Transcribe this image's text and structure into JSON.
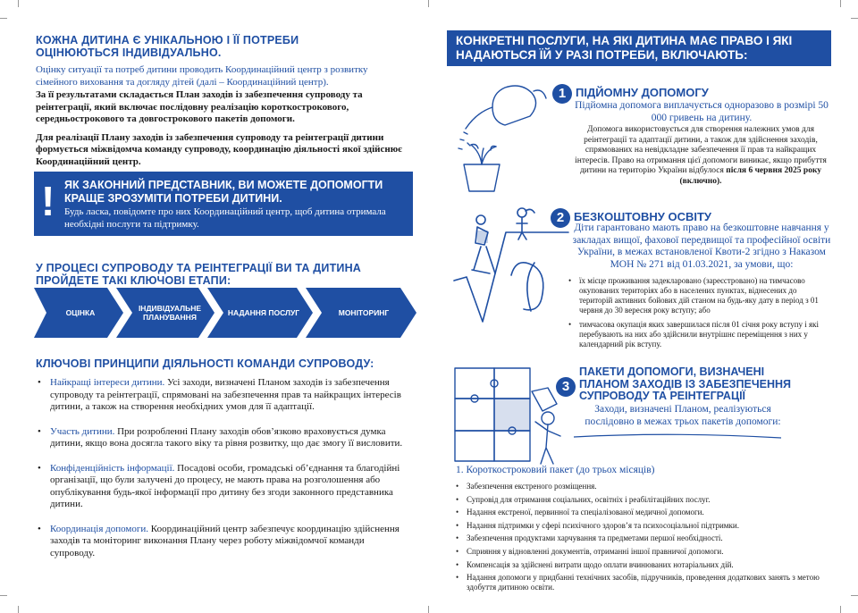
{
  "left": {
    "heading": "КОЖНА ДИТИНА Є УНІКАЛЬНОЮ І ЇЇ ПОТРЕБИ ОЦІНЮЮТЬСЯ ІНДИВІДУАЛЬНО.",
    "intro_blue": "Оцінку ситуації та потреб дитини проводить Координаційний центр з розвитку сімейного виховання та догляду дітей (далі – Координаційний центр).",
    "intro_bold": "За її результатами складається План заходів із забезпечення супроводу та реінтеграції, який включає послідовну реалізацію короткострокового, середньострокового та довгострокового пакетів допомоги.",
    "intro_bold2": "Для реалізації Плану заходів із забезпечення супроводу та реінтеграції дитини формується міжвідомча команду супроводу, координацію діяльності якої здійснює Координаційний центр.",
    "alert_title": "ЯК ЗАКОННИЙ ПРЕДСТАВНИК, ВИ МОЖЕТЕ ДОПОМОГТИ КРАЩЕ ЗРОЗУМІТИ ПОТРЕБИ ДИТИНИ.",
    "alert_text": "Будь ласка, повідомте про них Координаційний центр, щоб дитина отримала необхідні послуги та підтримку.",
    "stages_heading": "У ПРОЦЕСІ СУПРОВОДУ ТА РЕІНТЕГРАЦІЇ ВИ ТА ДИТИНА ПРОЙДЕТЕ ТАКІ КЛЮЧОВІ ЕТАПИ:",
    "stages": [
      "ОЦІНКА",
      "ІНДИВІДУАЛЬНЕ ПЛАНУВАННЯ",
      "НАДАННЯ ПОСЛУГ",
      "МОНІТОРИНГ"
    ],
    "principles_heading": "КЛЮЧОВІ ПРИНЦИПИ ДІЯЛЬНОСТІ КОМАНДИ СУПРОВОДУ:",
    "principles": [
      {
        "term": "Найкращі інтереси дитини.",
        "text": " Усі заходи, визначені Планом заходів із забезпечення супроводу та реінтеграції, спрямовані на забезпечення прав та найкращих інтересів дитини, а також на створення необхідних умов для її адаптації."
      },
      {
        "term": "Участь дитини.",
        "text": " При розробленні Плану заходів обов’язково враховується думка дитини, якщо вона досягла такого віку та рівня розвитку, що дає змогу її висловити."
      },
      {
        "term": "Конфіденційність інформації.",
        "text": " Посадові особи, громадські об’єднання та благодійні організації, що були залучені до процесу, не мають права на розголошення або опублікування будь-якої інформації про дитину без згоди законного представника дитини."
      },
      {
        "term": "Координація допомоги.",
        "text": " Координаційний центр забезпечує координацію здійснення заходів та моніторинг виконання Плану через роботу міжвідомчої команди супроводу."
      }
    ]
  },
  "right": {
    "heading": "КОНКРЕТНІ ПОСЛУГИ, НА ЯКІ ДИТИНА МАЄ ПРАВО І ЯКІ НАДАЮТЬСЯ ЇЙ У РАЗІ ПОТРЕБИ, ВКЛЮЧАЮТЬ:",
    "s1_num": "1",
    "s1_title": "ПІДЙОМНУ ДОПОМОГУ",
    "s1_lead": "Підйомна допомога виплачується одноразово в розмірі 50 000 гривень на дитину.",
    "s1_text": "Допомога використовується для створення належних умов для реінтеграції та адаптації дитини, а також для здійснення заходів, спрямованих на невідкладне забезпечення її прав та найкращих інтересів. Право на отримання цієї допомоги виникає, якщо прибуття дитини на територію України відбулося ",
    "s1_text_bold": "після 6 червня 2025 року (включно).",
    "s2_num": "2",
    "s2_title": "БЕЗКОШТОВНУ ОСВІТУ",
    "s2_lead": "Діти гарантовано мають право на безкоштовне навчання у закладах вищої, фахової передвищої та професійної освіти України, в межах встановленої Квоти-2 згідно з Наказом МОН № 271 від 01.03.2021, за умови, що:",
    "s2_items": [
      "їх місце проживання задекларовано (зареєстровано) на тимчасово окупованих територіях або в населених пунктах, віднесених до територій активних бойових дій станом на будь-яку дату в період з 01 червня до 30 вересня року вступу; або",
      "тимчасова окупація яких завершилася після 01 січня року вступу і які перебувають на них або здійснили внутрішнє переміщення з них у календарний рік вступу."
    ],
    "s3_num": "3",
    "s3_title": "ПАКЕТИ ДОПОМОГИ, ВИЗНАЧЕНІ ПЛАНОМ ЗАХОДІВ ІЗ ЗАБЕЗПЕЧЕННЯ СУПРОВОДУ ТА РЕІНТЕГРАЦІЇ",
    "s3_lead": "Заходи, визначені Планом, реалізуються послідовно в межах трьох пакетів допомоги:",
    "pk_title": "1. Короткостроковий пакет (до трьох місяців)",
    "pk_items": [
      "Забезпечення екстреного розміщення.",
      "Супровід для отримання соціальних, освітніх і реабілітаційних послуг.",
      "Надання екстреної, первинної та спеціалізованої медичної допомоги.",
      "Надання підтримки у сфері психічного здоров’я та психосоціальної підтримки.",
      "Забезпечення продуктами харчування та предметами першої необхідності.",
      "Сприяння у відновленні документів, отриманні іншої правничої допомоги.",
      "Компенсація за здійснені витрати щодо оплати вчинюваних нотаріальних дій.",
      "Надання допомоги у придбанні технічних засобів, підручників, проведення додаткових занять з метою здобуття дитиною освіти."
    ]
  },
  "colors": {
    "brand_blue": "#1f4fa3",
    "text": "#1a1a1a"
  }
}
